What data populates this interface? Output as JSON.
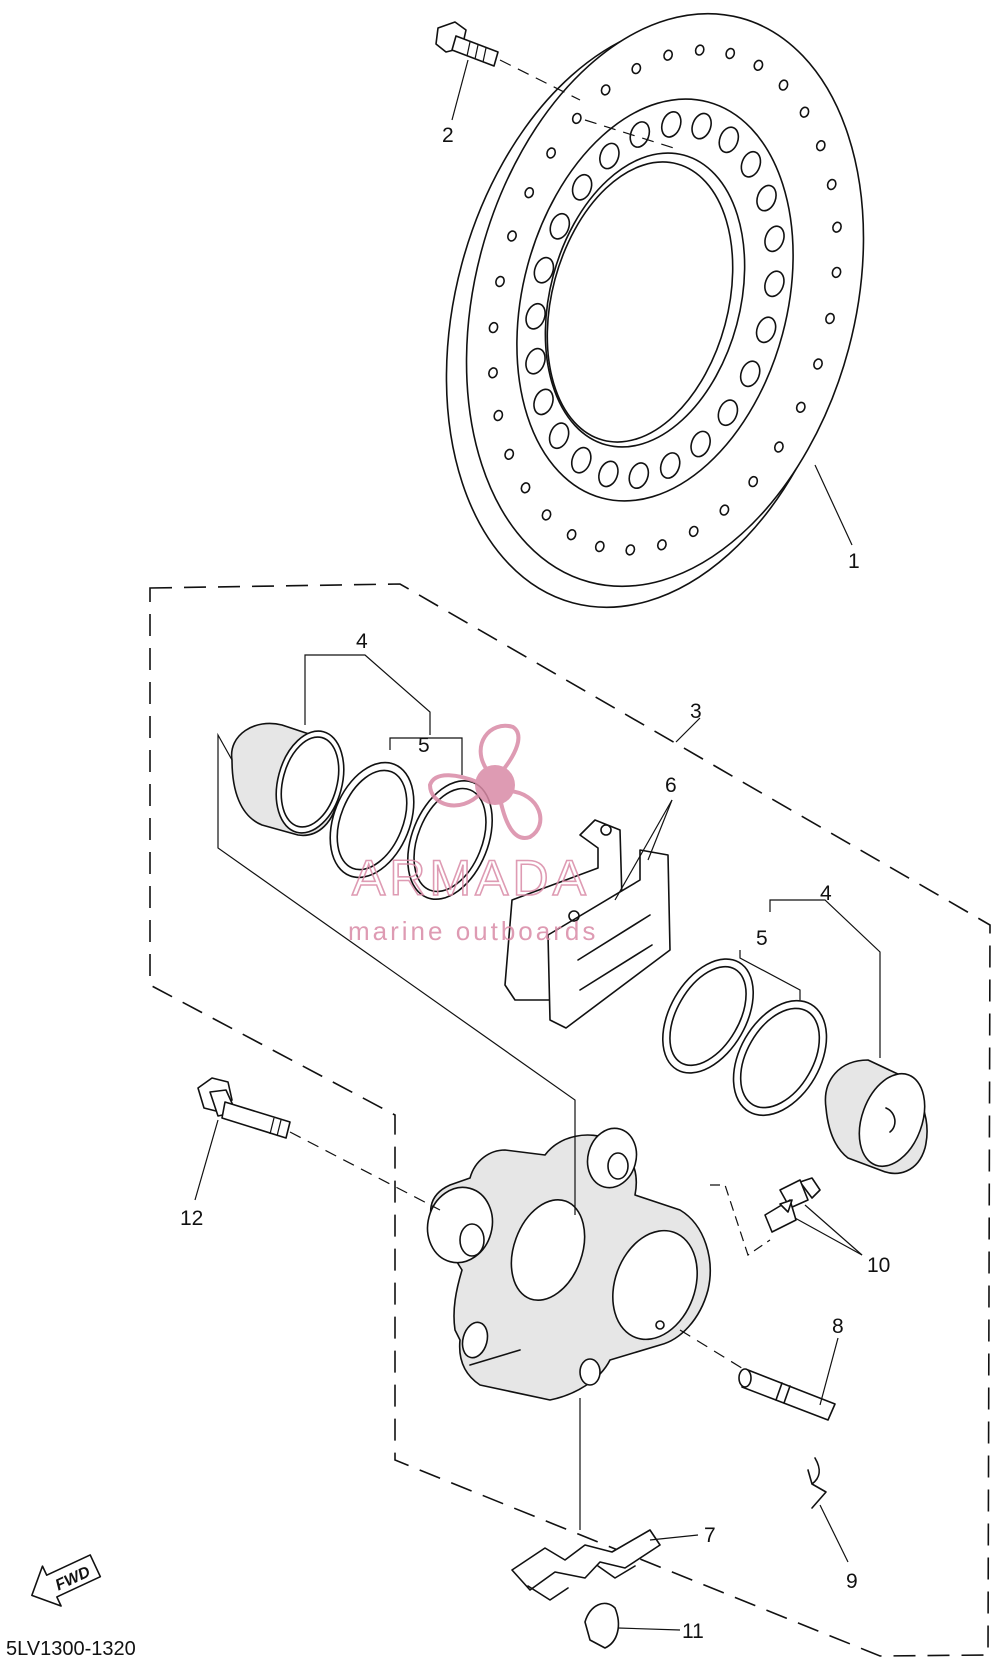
{
  "callouts": {
    "c1": "1",
    "c2": "2",
    "c3": "3",
    "c4a": "4",
    "c4b": "4",
    "c5a": "5",
    "c5b": "5",
    "c6": "6",
    "c7": "7",
    "c8": "8",
    "c9": "9",
    "c10": "10",
    "c11": "11",
    "c12": "12"
  },
  "diagram_code": "5LV1300-1320",
  "fwd_label": "FWD",
  "watermark": {
    "title": "ARMADA",
    "subtitle": "marine outboards",
    "color": "#d98aa6",
    "icon": "propeller-icon"
  }
}
